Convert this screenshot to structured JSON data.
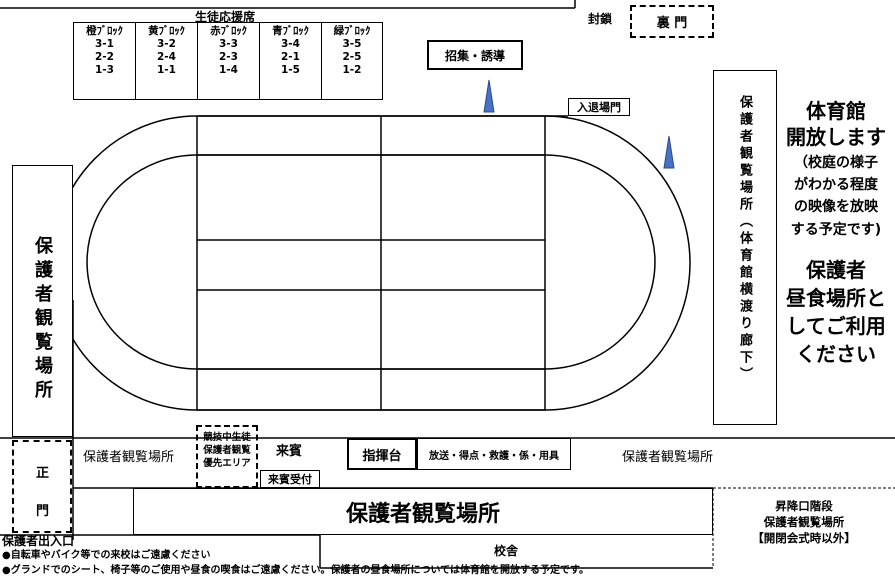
{
  "support_area": {
    "title": "生徒応援席",
    "blocks": [
      {
        "name": "橙ﾌﾞﾛｯｸ",
        "classes": [
          "3-1",
          "2-2",
          "1-3"
        ]
      },
      {
        "name": "黄ﾌﾞﾛｯｸ",
        "classes": [
          "3-2",
          "2-4",
          "1-1"
        ]
      },
      {
        "name": "赤ﾌﾞﾛｯｸ",
        "classes": [
          "3-3",
          "2-3",
          "1-4"
        ]
      },
      {
        "name": "青ﾌﾞﾛｯｸ",
        "classes": [
          "3-4",
          "2-1",
          "1-5"
        ]
      },
      {
        "name": "緑ﾌﾞﾛｯｸ",
        "classes": [
          "3-5",
          "2-5",
          "1-2"
        ]
      }
    ]
  },
  "closed_label": "封鎖",
  "back_gate": "裏 門",
  "assembly": "招集・誘導",
  "entry_gate": "入退場門",
  "gym_side_viewing": "保護者観覧場所（体育館横渡り廊下）",
  "gym_notice": {
    "line1": "体育館",
    "line2": "開放します",
    "line3": "（校庭の様子",
    "line4": "がわかる程度",
    "line5": "の映像を放映",
    "line6": "する予定です)",
    "line7": "保護者",
    "line8": "昼食場所と",
    "line9": "してご利用",
    "line10": "ください"
  },
  "left_viewing": "保護者観覧場所",
  "main_gate": {
    "top": "正",
    "bottom": "門"
  },
  "bottom_viewing_left": "保護者観覧場所",
  "priority_area": {
    "line1": "競技中生徒",
    "line2": "保護者観覧",
    "line3": "優先エリア"
  },
  "guest": "来賓",
  "guest_reception": "来賓受付",
  "command": "指揮台",
  "staff": "放送・得点・救護・係・用具",
  "bottom_viewing_right": "保護者観覧場所",
  "main_viewing": "保護者観覧場所",
  "stairs": {
    "line1": "昇降口階段",
    "line2": "保護者観覧場所",
    "line3": "【開閉会式時以外】"
  },
  "school_building": "校舎",
  "parent_entrance": "保護者出入口",
  "notes": [
    "●自転車やバイク等での来校はご遠慮ください",
    "●グランドでのシート、椅子等のご使用や昼食の喫食はご遠慮ください。保護者の昼食場所については体育館を開放する予定です。"
  ]
}
